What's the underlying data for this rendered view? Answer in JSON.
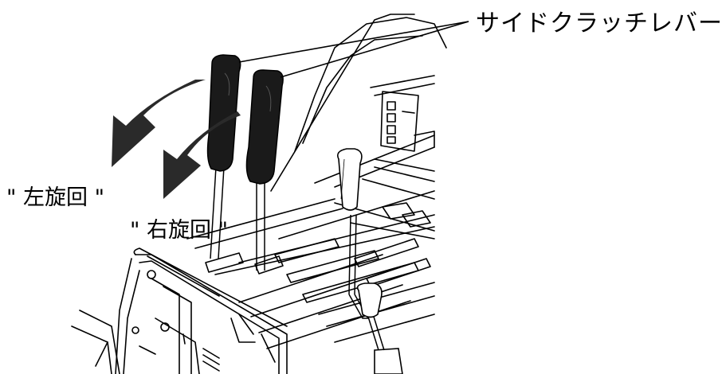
{
  "callout": {
    "text": "サイドクラッチレバー"
  },
  "turn_labels": {
    "left": "\" 左旋回 \"",
    "right": "\" 右旋回 \""
  },
  "colors": {
    "ink": "#000000",
    "lever_grip": "#1a1a1a",
    "arrow_fill": "#2a2a2a",
    "background": "#ffffff"
  }
}
